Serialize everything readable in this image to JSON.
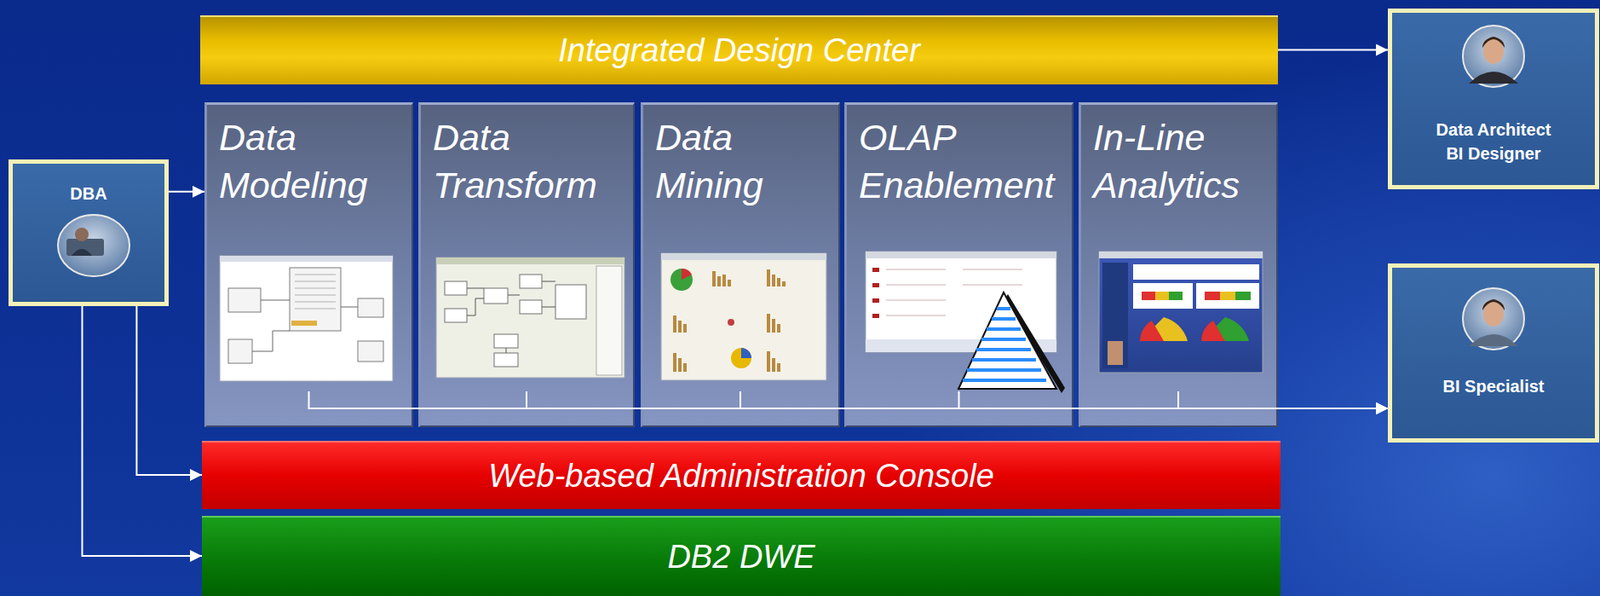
{
  "diagram": {
    "nodes": [
      {
        "text": [
          "Integrated Design Center"
        ]
      },
      {
        "text": [
          "Data Architect BI Designer"
        ]
      },
      {
        "text": [
          "DBA"
        ]
      },
      {
        "text": [
          "Data Modeling"
        ]
      },
      {
        "text": [
          "Data Transform"
        ]
      },
      {
        "text": [
          "Data Mining"
        ]
      },
      {
        "text": [
          "OLAP Enablement"
        ]
      },
      {
        "text": [
          "In-Line Analytics"
        ]
      },
      {
        "text": [
          "BI Specialist"
        ]
      },
      {
        "text": [
          "Web-based Administration Console"
        ]
      },
      {
        "text": [
          "DB2 DWE"
        ]
      }
    ],
    "edges": [
      {
        "from": 0,
        "to": 1,
        "arrow": "to"
      },
      {
        "from": 2,
        "to": 3,
        "arrow": "to"
      },
      {
        "from": 2,
        "to": 9,
        "arrow": "to"
      },
      {
        "from": 2,
        "to": 10,
        "arrow": "to"
      },
      {
        "from": 3,
        "to": 8,
        "arrow": "to"
      },
      {
        "from": 4,
        "to": 8,
        "arrow": "to"
      },
      {
        "from": 5,
        "to": 8,
        "arrow": "to"
      },
      {
        "from": 6,
        "to": 8,
        "arrow": "to"
      },
      {
        "from": 7,
        "to": 8,
        "arrow": "to"
      }
    ]
  }
}
